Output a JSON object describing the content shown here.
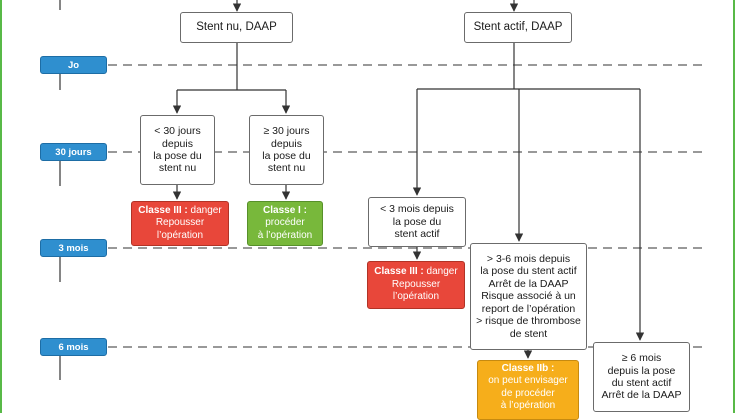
{
  "timeline": [
    {
      "id": "jo",
      "label": "Jo"
    },
    {
      "id": "30",
      "label": "30 jours"
    },
    {
      "id": "3m",
      "label": "3 mois"
    },
    {
      "id": "6m",
      "label": "6 mois"
    }
  ],
  "nodes": {
    "bare_stent": "Stent nu, DAAP",
    "active_stent": "Stent actif, DAAP",
    "lt30": "< 30 jours\ndepuis\nla pose du\nstent nu",
    "ge30": "≥ 30 jours\ndepuis\nla pose du\nstent nu",
    "class3_a": {
      "cls": "Classe III : ",
      "text": "danger\nRepousser\nl’opération"
    },
    "class1": {
      "cls": "Classe I :",
      "text": "\nprocéder\nà l’opération"
    },
    "lt3m": "< 3 mois depuis\nla pose du\nstent actif",
    "class3_b": {
      "cls": "Classe III : ",
      "text": "danger\nRepousser\nl’opération"
    },
    "m3_6": "> 3-6 mois depuis\nla pose du stent actif\nArrêt de la DAAP\nRisque associé à un\nreport de l’opération\n> risque de thrombose\nde stent",
    "class2b": {
      "cls": "Classe IIb :",
      "text": "\non peut envisager\nde procéder\nà l’opération"
    },
    "ge6m": "≥ 6 mois\ndepuis la pose\ndu stent actif\nArrêt de la DAAP"
  },
  "colors": {
    "danger": "#e8473a",
    "proceed": "#78b83b",
    "consider": "#f6ae1b",
    "timeline": "#2f8fcf",
    "frame": "#58b947"
  }
}
